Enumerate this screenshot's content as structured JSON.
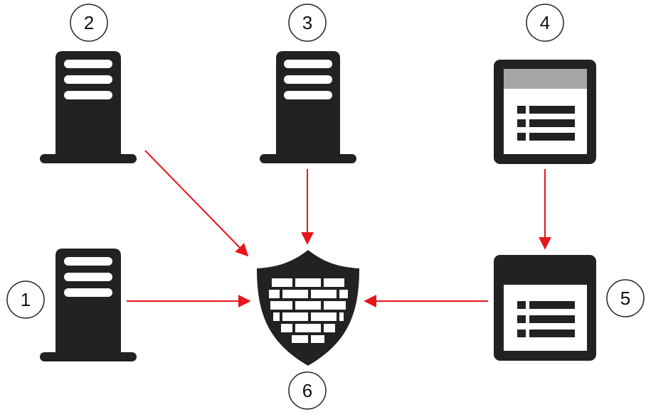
{
  "diagram": {
    "labels": {
      "n1": "1",
      "n2": "2",
      "n3": "3",
      "n4": "4",
      "n5": "5",
      "n6": "6"
    },
    "icons": {
      "node_1": "server-icon",
      "node_2": "server-icon",
      "node_3": "server-icon",
      "node_4": "application-window-icon",
      "node_5": "application-window-icon",
      "node_6": "firewall-shield-icon"
    },
    "edges": [
      {
        "from": "1",
        "to": "6"
      },
      {
        "from": "2",
        "to": "6"
      },
      {
        "from": "3",
        "to": "6"
      },
      {
        "from": "4",
        "to": "5"
      },
      {
        "from": "5",
        "to": "6"
      }
    ],
    "colors": {
      "icon": "#222222",
      "arrow": "#e8141c",
      "window_title_bar": "#a6a6a6",
      "background": "#ffffff"
    }
  }
}
